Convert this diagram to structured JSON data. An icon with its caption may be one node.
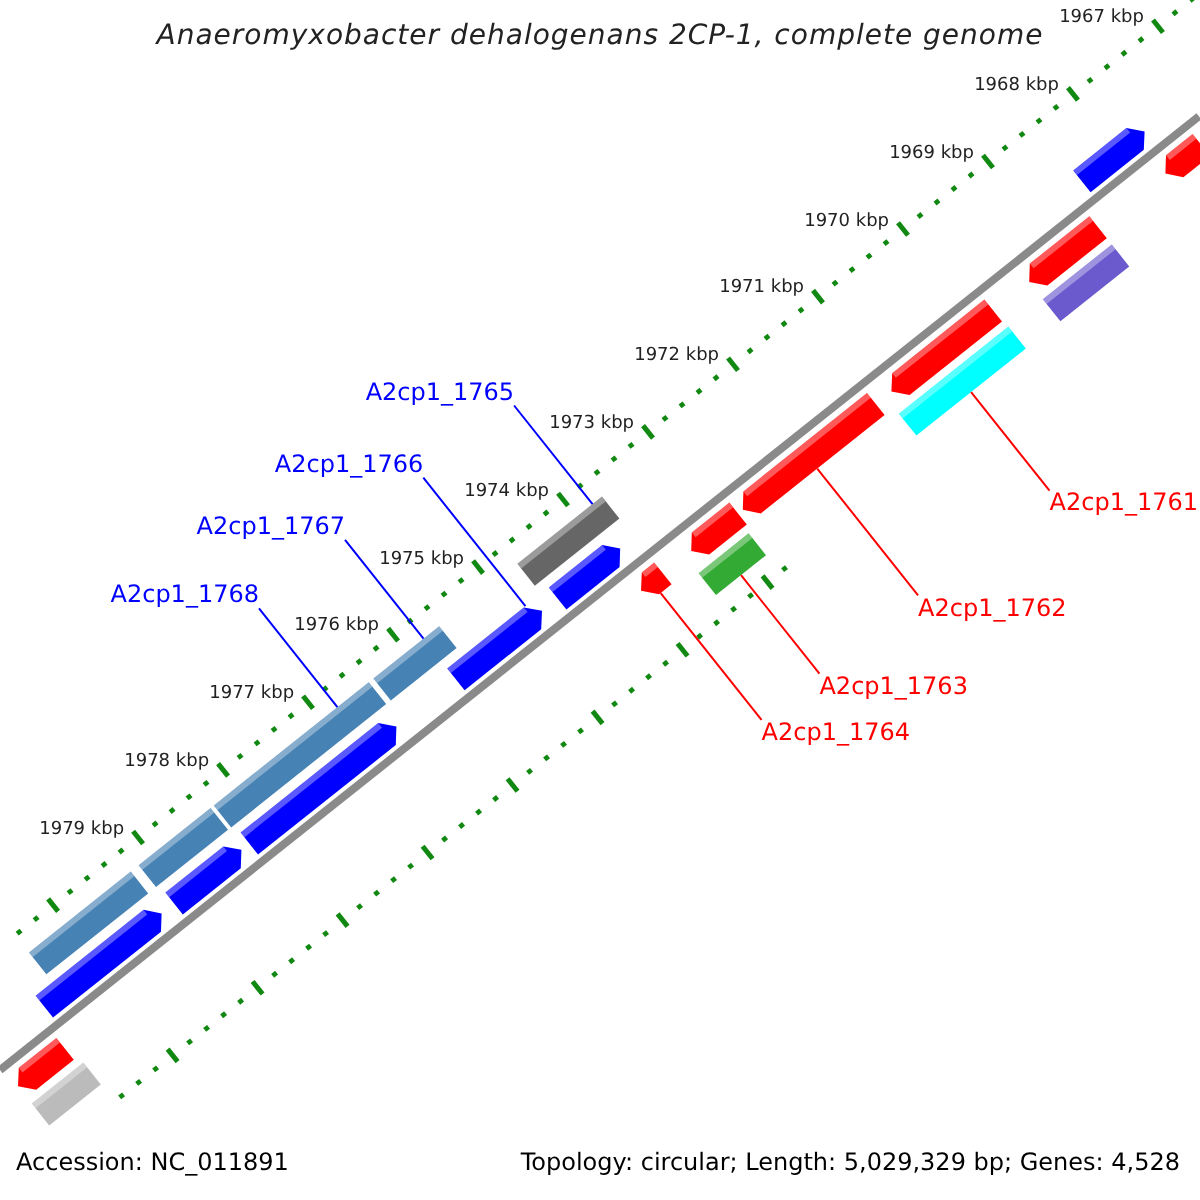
{
  "diagram": {
    "title": "Anaeromyxobacter dehalogenans 2CP-1, complete genome",
    "nodes": [
      {
        "text": [
          "A2cp1_1765"
        ]
      },
      {
        "text": [
          "A2cp1_1766"
        ]
      },
      {
        "text": [
          "A2cp1_1767"
        ]
      },
      {
        "text": [
          "A2cp1_1768"
        ]
      },
      {
        "text": [
          "A2cp1_1761"
        ]
      },
      {
        "text": [
          "A2cp1_1762"
        ]
      },
      {
        "text": [
          "A2cp1_1763"
        ]
      },
      {
        "text": [
          "A2cp1_1764"
        ]
      },
      {
        "text": [],
        "shape": "bar"
      },
      {
        "text": [],
        "shape": "bar"
      },
      {
        "text": [],
        "shape": "bar"
      },
      {
        "text": [],
        "shape": "bar"
      },
      {
        "text": [],
        "shape": "bar"
      },
      {
        "text": [],
        "shape": "bar"
      },
      {
        "text": [],
        "shape": "bar"
      },
      {
        "text": [],
        "shape": "bar"
      },
      {
        "text": [],
        "shape": "bar"
      },
      {
        "text": [],
        "shape": "bar"
      },
      {
        "text": [],
        "shape": "bar"
      },
      {
        "text": [],
        "shape": "bar"
      },
      {
        "text": [],
        "shape": "bar"
      },
      {
        "text": [],
        "shape": "bar"
      },
      {
        "text": [],
        "shape": "bar"
      },
      {
        "text": [],
        "shape": "bar"
      },
      {
        "text": [],
        "shape": "bar"
      },
      {
        "text": [],
        "shape": "bar"
      },
      {
        "text": [],
        "shape": "bar"
      },
      {
        "text": [],
        "shape": "bar"
      },
      {
        "text": [],
        "shape": "bar"
      },
      {
        "text": [],
        "shape": "bar"
      }
    ],
    "edges": [
      {
        "from": 0,
        "to": 8,
        "arrow": "none",
        "color": "#0000ff"
      },
      {
        "from": 1,
        "to": 9,
        "arrow": "none",
        "color": "#0000ff"
      },
      {
        "from": 2,
        "to": 10,
        "arrow": "none",
        "color": "#0000ff"
      },
      {
        "from": 3,
        "to": 11,
        "arrow": "none",
        "color": "#0000ff"
      },
      {
        "from": 4,
        "to": 12,
        "arrow": "none",
        "color": "#ff0000"
      },
      {
        "from": 5,
        "to": 13,
        "arrow": "none",
        "color": "#ff0000"
      },
      {
        "from": 6,
        "to": 14,
        "arrow": "none",
        "color": "#ff0000"
      },
      {
        "from": 7,
        "to": 15,
        "arrow": "none",
        "color": "#ff0000"
      }
    ],
    "labels": [
      "1967 kbp",
      "1968 kbp",
      "1969 kbp",
      "1970 kbp",
      "1971 kbp",
      "1972 kbp",
      "1973 kbp",
      "1974 kbp",
      "1975 kbp",
      "1976 kbp",
      "1977 kbp",
      "1978 kbp",
      "1979 kbp",
      "Accession: NC_011891",
      "Topology: circular; Length: 5,029,329 bp; Genes: 4,528"
    ]
  }
}
